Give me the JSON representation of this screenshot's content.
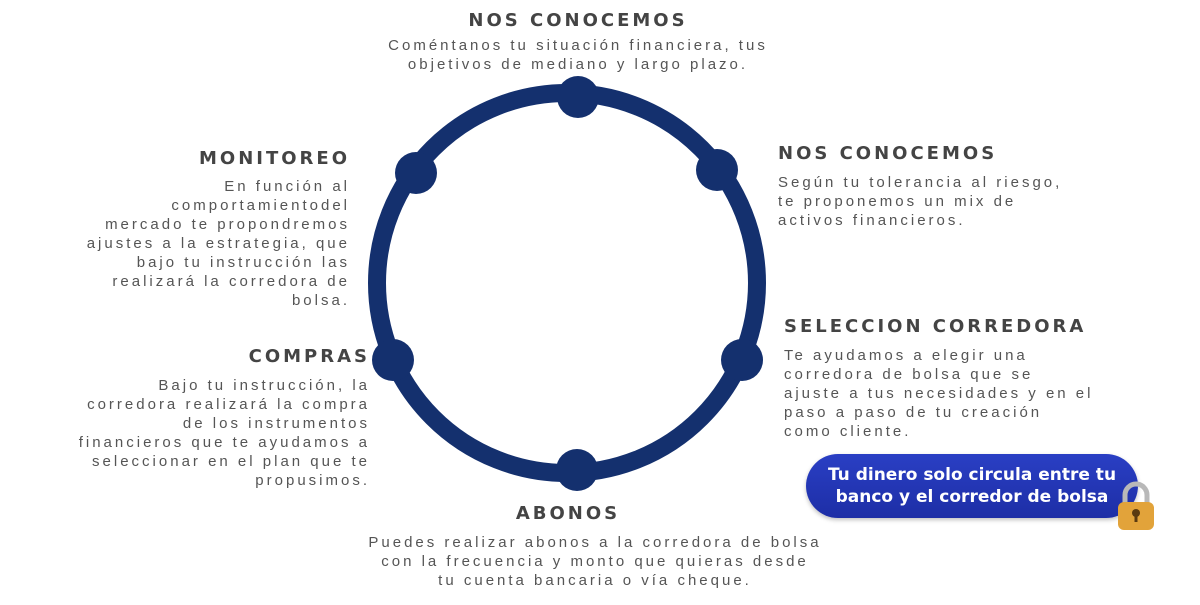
{
  "steps": [
    {
      "title": "NOS CONOCEMOS",
      "text": "Coméntanos tu situación financiera, tus\nobjetivos de mediano y largo plazo."
    },
    {
      "title": "NOS CONOCEMOS",
      "text": "Según tu tolerancia al riesgo,\nte proponemos un mix de\nactivos financieros."
    },
    {
      "title": "SELECCION CORREDORA",
      "text": "Te ayudamos a elegir una\ncorredora de bolsa que se\najuste a tus necesidades y en el\npaso a paso de tu creación\ncomo cliente."
    },
    {
      "title": "ABONOS",
      "text": "Puedes realizar abonos a la corredora de bolsa\ncon la frecuencia y monto que quieras desde\ntu cuenta bancaria o vía cheque."
    },
    {
      "title": "COMPRAS",
      "text": "Bajo tu instrucción, la\ncorredora realizará la compra\nde los instrumentos\nfinancieros que te ayudamos a\nseleccionar en el plan que te\npropusimos."
    },
    {
      "title": "MONITOREO",
      "text": "En función al\ncomportamientodel\nmercado te propondremos\najustes a la estrategia, que\nbajo tu instrucción las\nrealizará la corredora de\nbolsa."
    }
  ],
  "badge": {
    "text": "Tu dinero solo circula entre tu\nbanco y el corredor de bolsa",
    "icon": "lock-icon"
  },
  "colors": {
    "ring": "#14306e",
    "badge": "#2236b8",
    "lock": "#e2a33a"
  }
}
